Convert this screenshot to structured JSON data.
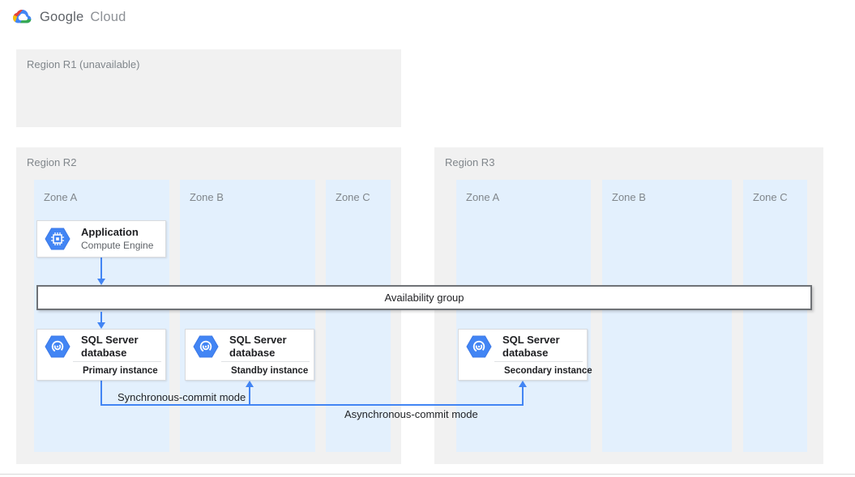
{
  "brand": {
    "google": "Google",
    "cloud": "Cloud",
    "logo_icon": "google-cloud-logo-icon"
  },
  "regions": {
    "r1": {
      "label": "Region R1 (unavailable)",
      "zones": []
    },
    "r2": {
      "label": "Region R2",
      "zones": [
        "Zone A",
        "Zone B",
        "Zone C"
      ]
    },
    "r3": {
      "label": "Region R3",
      "zones": [
        "Zone A",
        "Zone B",
        "Zone C"
      ]
    }
  },
  "nodes": {
    "application": {
      "title": "Application",
      "subtitle": "Compute Engine",
      "icon": "compute-engine-icon"
    },
    "availability_group": {
      "label": "Availability group"
    },
    "databases": [
      {
        "title": "SQL Server database",
        "instance": "Primary instance",
        "icon": "sql-server-icon"
      },
      {
        "title": "SQL Server database",
        "instance": "Standby instance",
        "icon": "sql-server-icon"
      },
      {
        "title": "SQL Server database",
        "instance": "Secondary instance",
        "icon": "sql-server-icon"
      }
    ]
  },
  "connections": {
    "sync_label": "Synchronous-commit mode",
    "async_label": "Asynchronous-commit mode"
  },
  "colors": {
    "arrow": "#4285f4",
    "zone_fill": "#e3f0fd",
    "region_fill": "#f1f1f1",
    "hexagon_fill": "#4285f4",
    "logo_red": "#ea4335",
    "logo_yellow": "#fbbc05",
    "logo_green": "#34a853",
    "logo_blue": "#4285f4"
  }
}
